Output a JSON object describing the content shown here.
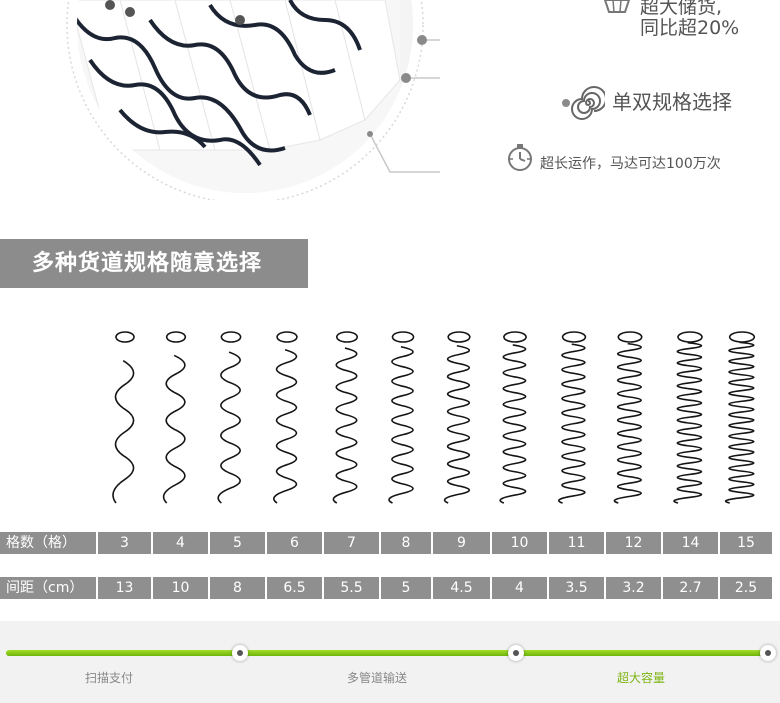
{
  "features": {
    "capacity_line1": "超大储货,",
    "capacity_line2": "同比超20%",
    "spec_choice": "单双规格选择",
    "motor_life": "超长运作，马达可达100万次"
  },
  "banner": {
    "title": "多种货道规格随意选择"
  },
  "spec_table": {
    "slots_header": "格数（格）",
    "spacing_header": "间距（cm）",
    "slots": [
      "3",
      "4",
      "5",
      "6",
      "7",
      "8",
      "9",
      "10",
      "11",
      "12",
      "14",
      "15"
    ],
    "spacing": [
      "13",
      "10",
      "8",
      "6.5",
      "5.5",
      "5",
      "4.5",
      "4",
      "3.5",
      "3.2",
      "2.7",
      "2.5"
    ]
  },
  "footer": {
    "steps": [
      "扫描支付",
      "多管道输送",
      "超大容量"
    ],
    "active_step": 2
  },
  "colors": {
    "accent_green": "#7cb413",
    "banner_gray": "#8c8c8c",
    "cell_gray": "#8f8f8f"
  }
}
